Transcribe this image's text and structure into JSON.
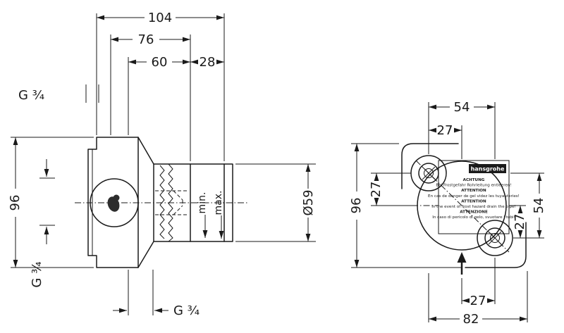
{
  "colors": {
    "line": "#1a1a1a",
    "bg": "#ffffff"
  },
  "side_view": {
    "dim_104": "104",
    "dim_76": "76",
    "dim_60": "60",
    "dim_28": "28",
    "dim_96": "96",
    "dim_dia": "Ø59",
    "thread_top": "G ¾",
    "thread_side": "G ¾",
    "thread_bottom": "G ¾",
    "min_label": "min.",
    "max_label": "max."
  },
  "front_view": {
    "dim_54_top": "54",
    "dim_27_top": "27",
    "dim_96_left": "96",
    "dim_27_left": "27",
    "dim_54_right": "54",
    "dim_27_right": "27",
    "dim_27_bottom": "27",
    "dim_82_bottom": "82",
    "label": {
      "brand": "hansgrohe",
      "lines": [
        "ACHTUNG",
        "Bei Frostgefahr Rohrleitung entleeren!",
        "ATTENTION",
        "En cas de danger de gel videz les tuyauteries!",
        "ATTENTION",
        "In the event of frost hazard drain the pipe!",
        "ATTENZIONE",
        "In caso di pericolo di gelo, svuotare i tubi!"
      ]
    }
  }
}
